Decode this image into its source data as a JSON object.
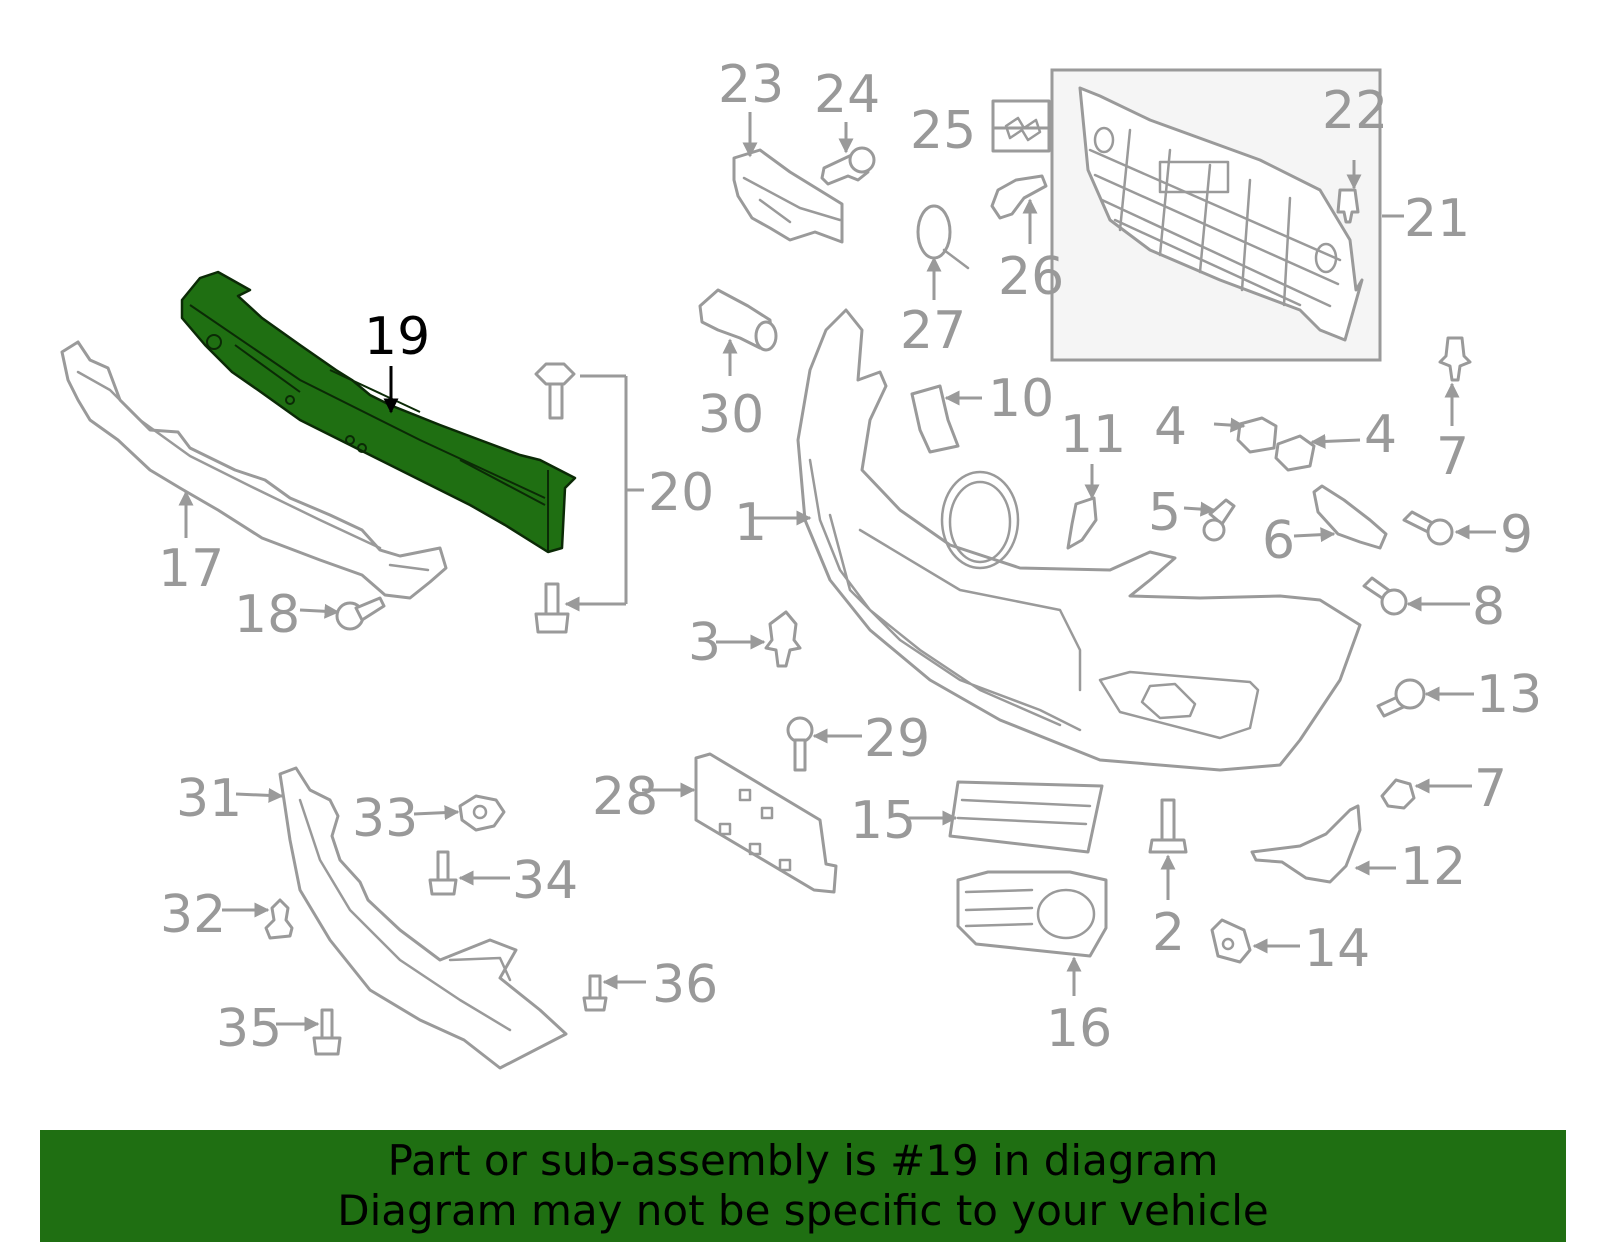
{
  "diagram": {
    "highlight_color": "#1f6f12",
    "line_color": "#9a9a9a",
    "highlighted_part": "19",
    "callouts": [
      "1",
      "2",
      "3",
      "4",
      "4",
      "5",
      "6",
      "7",
      "7",
      "8",
      "9",
      "10",
      "11",
      "12",
      "13",
      "14",
      "15",
      "16",
      "17",
      "18",
      "19",
      "20",
      "21",
      "22",
      "23",
      "24",
      "25",
      "26",
      "27",
      "28",
      "29",
      "30",
      "31",
      "32",
      "33",
      "34",
      "35",
      "36"
    ]
  },
  "banner": {
    "background": "#1f6f12",
    "line1": "Part or sub-assembly is #19 in diagram",
    "line2": "Diagram may not be specific to your vehicle"
  }
}
